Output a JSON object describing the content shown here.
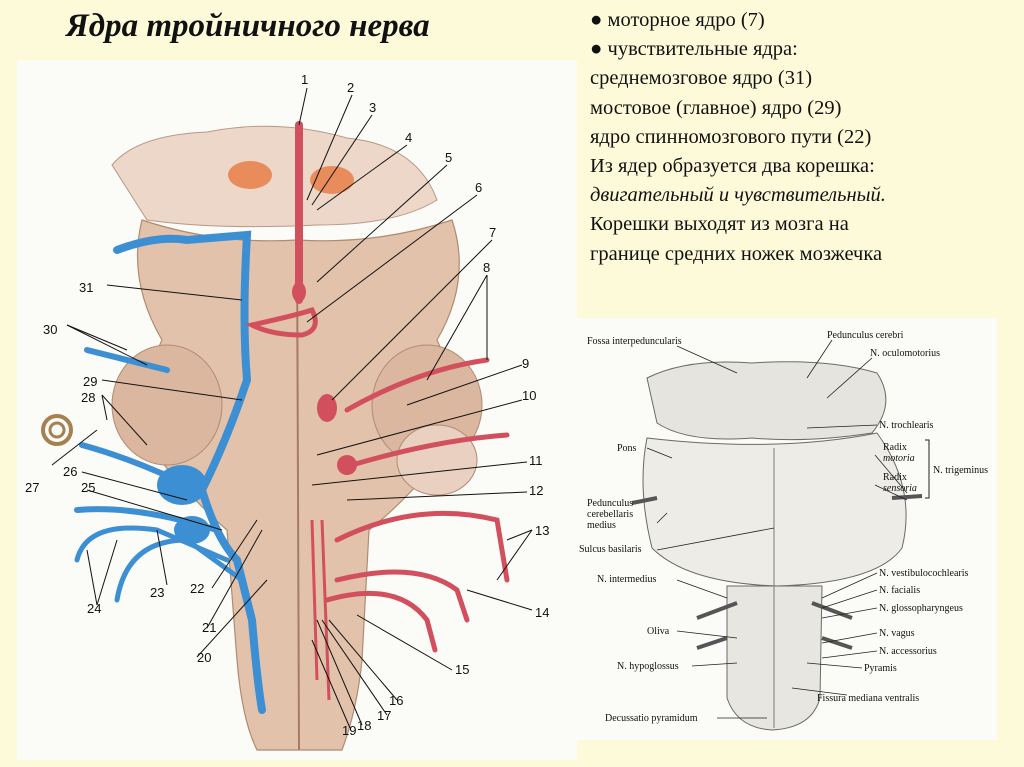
{
  "slide": {
    "title": "Ядра тройничного нерва",
    "notes": [
      "● моторное ядро (7)",
      "● чувствительные ядра:",
      "среднемозговое ядро (31)",
      "мостовое (главное) ядро (29)",
      "ядро спинномозгового пути (22)",
      "Из ядер образуется два корешка:",
      "двигательный и чувствительный.",
      "Корешки выходят из мозга на",
      "границе средних ножек мозжечка"
    ]
  },
  "left_figure": {
    "labels": [
      "1",
      "2",
      "3",
      "4",
      "5",
      "6",
      "7",
      "8",
      "9",
      "10",
      "11",
      "12",
      "13",
      "14",
      "15",
      "16",
      "17",
      "18",
      "19",
      "20",
      "21",
      "22",
      "23",
      "24",
      "25",
      "26",
      "27",
      "28",
      "29",
      "30",
      "31"
    ],
    "colors": {
      "motor": "#d2505e",
      "sensory": "#3d8fd4",
      "tissue": "#e7cbb8",
      "tissue_dark": "#c9a58c"
    }
  },
  "right_figure": {
    "labels": {
      "fossa": "Fossa interpeduncularis",
      "pedunculus": "Pedunculus cerebri",
      "oculomotorius": "N. oculomotorius",
      "trochlearis": "N. trochlearis",
      "pons": "Pons",
      "radix_motoria_1": "Radix",
      "radix_motoria_2": "motoria",
      "radix_sensoria_1": "Radix",
      "radix_sensoria_2": "sensoria",
      "trigeminus": "N. trigeminus",
      "ped_cer_med_1": "Pedunculus",
      "ped_cer_med_2": "cerebellaris",
      "ped_cer_med_3": "medius",
      "sulcus": "Sulcus basilaris",
      "intermedius": "N. intermedius",
      "vestibulo": "N. vestibulocochlearis",
      "facialis": "N. facialis",
      "glosso": "N. glossopharyngeus",
      "oliva": "Oliva",
      "vagus": "N. vagus",
      "accessorius": "N. accessorius",
      "hypoglossus": "N. hypoglossus",
      "pyramis": "Pyramis",
      "fissura": "Fissura mediana ventralis",
      "decussatio": "Decussatio pyramidum"
    }
  }
}
